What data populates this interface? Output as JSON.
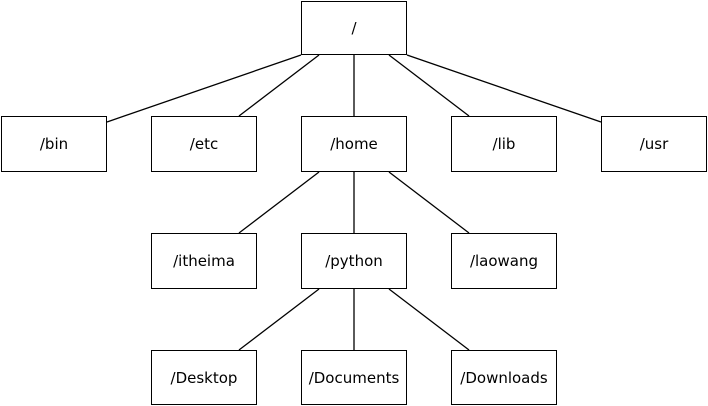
{
  "diagram": {
    "type": "tree",
    "line_color": "#000000",
    "box_color": "#000000",
    "background": "#ffffff",
    "nodes": [
      {
        "id": "root",
        "label": "/"
      },
      {
        "id": "bin",
        "label": "/bin"
      },
      {
        "id": "etc",
        "label": "/etc"
      },
      {
        "id": "home",
        "label": "/home"
      },
      {
        "id": "lib",
        "label": "/lib"
      },
      {
        "id": "usr",
        "label": "/usr"
      },
      {
        "id": "itheima",
        "label": "/itheima"
      },
      {
        "id": "python",
        "label": "/python"
      },
      {
        "id": "laowang",
        "label": "/laowang"
      },
      {
        "id": "desktop",
        "label": "/Desktop"
      },
      {
        "id": "documents",
        "label": "/Documents"
      },
      {
        "id": "downloads",
        "label": "/Downloads"
      }
    ],
    "edges": [
      {
        "from": "root",
        "to": "bin"
      },
      {
        "from": "root",
        "to": "etc"
      },
      {
        "from": "root",
        "to": "home"
      },
      {
        "from": "root",
        "to": "lib"
      },
      {
        "from": "root",
        "to": "usr"
      },
      {
        "from": "home",
        "to": "itheima"
      },
      {
        "from": "home",
        "to": "python"
      },
      {
        "from": "home",
        "to": "laowang"
      },
      {
        "from": "python",
        "to": "desktop"
      },
      {
        "from": "python",
        "to": "documents"
      },
      {
        "from": "python",
        "to": "downloads"
      }
    ]
  }
}
